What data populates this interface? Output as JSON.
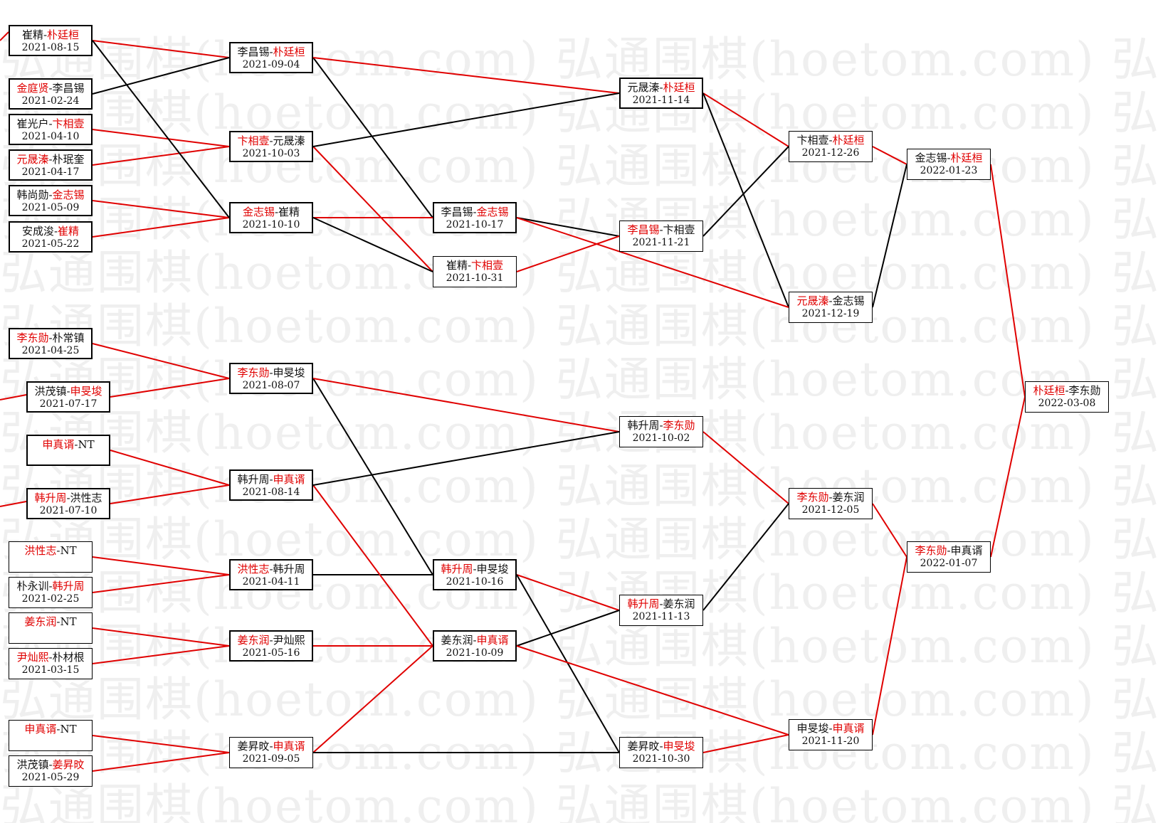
{
  "watermark_text": "弘通围棋(hoetom.com) 弘通围棋(hoetom.com) 弘通围棋(hoetom.com)",
  "colors": {
    "winner": "#e00000",
    "loser_line": "#000000",
    "winner_line": "#e00000"
  },
  "matches": [
    {
      "id": "r1-a",
      "p1": "崔精",
      "p2": "朴廷桓",
      "winner": 2,
      "date": "2021-08-15"
    },
    {
      "id": "r1-b",
      "p1": "金庭贤",
      "p2": "李昌锡",
      "winner": 1,
      "date": "2021-02-24"
    },
    {
      "id": "r1-c",
      "p1": "崔光户",
      "p2": "卞相壹",
      "winner": 2,
      "date": "2021-04-10"
    },
    {
      "id": "r1-d",
      "p1": "元晟溱",
      "p2": "朴珉奎",
      "winner": 1,
      "date": "2021-04-17"
    },
    {
      "id": "r1-e",
      "p1": "韩尚勋",
      "p2": "金志锡",
      "winner": 2,
      "date": "2021-05-09"
    },
    {
      "id": "r1-f",
      "p1": "安成浚",
      "p2": "崔精",
      "winner": 2,
      "date": "2021-05-22"
    },
    {
      "id": "r1-g",
      "p1": "李东勋",
      "p2": "朴常镇",
      "winner": 1,
      "date": "2021-04-25"
    },
    {
      "id": "r1-h",
      "p1": "洪茂镇",
      "p2": "申旻埈",
      "winner": 2,
      "date": "2021-07-17"
    },
    {
      "id": "r1-i",
      "p1": "申真谞",
      "p2": "NT",
      "winner": 1,
      "date": ""
    },
    {
      "id": "r1-j",
      "p1": "韩升周",
      "p2": "洪性志",
      "winner": 1,
      "date": "2021-07-10"
    },
    {
      "id": "r1-k",
      "p1": "洪性志",
      "p2": "NT",
      "winner": 1,
      "date": ""
    },
    {
      "id": "r1-l",
      "p1": "朴永训",
      "p2": "韩升周",
      "winner": 2,
      "date": "2021-02-25"
    },
    {
      "id": "r1-m",
      "p1": "姜东润",
      "p2": "NT",
      "winner": 1,
      "date": ""
    },
    {
      "id": "r1-n",
      "p1": "尹灿熙",
      "p2": "朴材根",
      "winner": 1,
      "date": "2021-03-15"
    },
    {
      "id": "r1-o",
      "p1": "申真谞",
      "p2": "NT",
      "winner": 1,
      "date": ""
    },
    {
      "id": "r1-p",
      "p1": "洪茂镇",
      "p2": "姜昇旼",
      "winner": 2,
      "date": "2021-05-29"
    },
    {
      "id": "r2-a",
      "p1": "李昌锡",
      "p2": "朴廷桓",
      "winner": 2,
      "date": "2021-09-04"
    },
    {
      "id": "r2-b",
      "p1": "卞相壹",
      "p2": "元晟溱",
      "winner": 1,
      "date": "2021-10-03"
    },
    {
      "id": "r2-c",
      "p1": "金志锡",
      "p2": "崔精",
      "winner": 1,
      "date": "2021-10-10"
    },
    {
      "id": "r2-d",
      "p1": "李东勋",
      "p2": "申旻埈",
      "winner": 1,
      "date": "2021-08-07"
    },
    {
      "id": "r2-e",
      "p1": "韩升周",
      "p2": "申真谞",
      "winner": 2,
      "date": "2021-08-14"
    },
    {
      "id": "r2-f",
      "p1": "洪性志",
      "p2": "韩升周",
      "winner": 1,
      "date": "2021-04-11"
    },
    {
      "id": "r2-g",
      "p1": "姜东润",
      "p2": "尹灿熙",
      "winner": 1,
      "date": "2021-05-16"
    },
    {
      "id": "r2-h",
      "p1": "姜昇旼",
      "p2": "申真谞",
      "winner": 2,
      "date": "2021-09-05"
    },
    {
      "id": "r3-a",
      "p1": "李昌锡",
      "p2": "金志锡",
      "winner": 2,
      "date": "2021-10-17"
    },
    {
      "id": "r3-b",
      "p1": "崔精",
      "p2": "卞相壹",
      "winner": 2,
      "date": "2021-10-31"
    },
    {
      "id": "r3-c",
      "p1": "韩升周",
      "p2": "申旻埈",
      "winner": 1,
      "date": "2021-10-16"
    },
    {
      "id": "r3-d",
      "p1": "姜东润",
      "p2": "申真谞",
      "winner": 2,
      "date": "2021-10-09"
    },
    {
      "id": "r4-a",
      "p1": "元晟溱",
      "p2": "朴廷桓",
      "winner": 2,
      "date": "2021-11-14"
    },
    {
      "id": "r4-b",
      "p1": "李昌锡",
      "p2": "卞相壹",
      "winner": 1,
      "date": "2021-11-21"
    },
    {
      "id": "r4-c",
      "p1": "韩升周",
      "p2": "李东勋",
      "winner": 2,
      "date": "2021-10-02"
    },
    {
      "id": "r4-d",
      "p1": "韩升周",
      "p2": "姜东润",
      "winner": 1,
      "date": "2021-11-13"
    },
    {
      "id": "r4-e",
      "p1": "姜昇旼",
      "p2": "申旻埈",
      "winner": 2,
      "date": "2021-10-30"
    },
    {
      "id": "r5-a",
      "p1": "卞相壹",
      "p2": "朴廷桓",
      "winner": 2,
      "date": "2021-12-26"
    },
    {
      "id": "r5-b",
      "p1": "元晟溱",
      "p2": "金志锡",
      "winner": 1,
      "date": "2021-12-19"
    },
    {
      "id": "r5-c",
      "p1": "李东勋",
      "p2": "姜东润",
      "winner": 1,
      "date": "2021-12-05"
    },
    {
      "id": "r5-d",
      "p1": "申旻埈",
      "p2": "申真谞",
      "winner": 2,
      "date": "2021-11-20"
    },
    {
      "id": "r6-a",
      "p1": "金志锡",
      "p2": "朴廷桓",
      "winner": 2,
      "date": "2022-01-23"
    },
    {
      "id": "r6-b",
      "p1": "李东勋",
      "p2": "申真谞",
      "winner": 1,
      "date": "2022-01-07"
    },
    {
      "id": "final",
      "p1": "朴廷桓",
      "p2": "李东勋",
      "winner": 1,
      "date": "2022-03-08"
    }
  ],
  "connections": [
    {
      "from": "r1-a",
      "to": "r2-a",
      "win": true
    },
    {
      "from": "r1-b",
      "to": "r2-a",
      "win": false
    },
    {
      "from": "r1-c",
      "to": "r2-b",
      "win": true
    },
    {
      "from": "r1-d",
      "to": "r2-b",
      "win": true
    },
    {
      "from": "r1-e",
      "to": "r2-c",
      "win": true
    },
    {
      "from": "r1-f",
      "to": "r2-c",
      "win": true
    },
    {
      "from": "r1-a",
      "to": "r2-c",
      "win": false
    },
    {
      "from": "r1-g",
      "to": "r2-d",
      "win": true
    },
    {
      "from": "r1-h",
      "to": "r2-d",
      "win": true
    },
    {
      "from": "r1-i",
      "to": "r2-e",
      "win": true
    },
    {
      "from": "r1-j",
      "to": "r2-e",
      "win": true
    },
    {
      "from": "r1-k",
      "to": "r2-f",
      "win": true
    },
    {
      "from": "r1-l",
      "to": "r2-f",
      "win": true
    },
    {
      "from": "r1-m",
      "to": "r2-g",
      "win": true
    },
    {
      "from": "r1-n",
      "to": "r2-g",
      "win": true
    },
    {
      "from": "r1-o",
      "to": "r2-h",
      "win": true
    },
    {
      "from": "r1-p",
      "to": "r2-h",
      "win": true
    },
    {
      "from": "r2-a",
      "to": "r3-a",
      "win": false
    },
    {
      "from": "r2-c",
      "to": "r3-a",
      "win": true
    },
    {
      "from": "r2-b",
      "to": "r3-b",
      "win": true
    },
    {
      "from": "r2-c",
      "to": "r3-b",
      "win": false
    },
    {
      "from": "r2-f",
      "to": "r3-c",
      "win": false
    },
    {
      "from": "r2-d",
      "to": "r3-c",
      "win": false
    },
    {
      "from": "r2-g",
      "to": "r3-d",
      "win": true
    },
    {
      "from": "r2-h",
      "to": "r3-d",
      "win": true
    },
    {
      "from": "r2-e",
      "to": "r3-d",
      "win": true
    },
    {
      "from": "r2-a",
      "to": "r4-a",
      "win": true
    },
    {
      "from": "r2-b",
      "to": "r4-a",
      "win": false
    },
    {
      "from": "r3-a",
      "to": "r4-b",
      "win": false
    },
    {
      "from": "r3-b",
      "to": "r4-b",
      "win": true
    },
    {
      "from": "r2-d",
      "to": "r4-c",
      "win": true
    },
    {
      "from": "r2-e",
      "to": "r4-c",
      "win": false
    },
    {
      "from": "r3-c",
      "to": "r4-d",
      "win": true
    },
    {
      "from": "r3-d",
      "to": "r4-d",
      "win": false
    },
    {
      "from": "r2-h",
      "to": "r4-e",
      "win": false
    },
    {
      "from": "r3-c",
      "to": "r4-e",
      "win": false
    },
    {
      "from": "r4-a",
      "to": "r5-a",
      "win": true
    },
    {
      "from": "r4-b",
      "to": "r5-a",
      "win": false
    },
    {
      "from": "r4-a",
      "to": "r5-b",
      "win": false
    },
    {
      "from": "r3-a",
      "to": "r5-b",
      "win": true
    },
    {
      "from": "r4-c",
      "to": "r5-c",
      "win": true
    },
    {
      "from": "r4-d",
      "to": "r5-c",
      "win": false
    },
    {
      "from": "r4-e",
      "to": "r5-d",
      "win": true
    },
    {
      "from": "r3-d",
      "to": "r5-d",
      "win": true
    },
    {
      "from": "r5-a",
      "to": "r6-a",
      "win": true
    },
    {
      "from": "r5-b",
      "to": "r6-a",
      "win": false
    },
    {
      "from": "r5-c",
      "to": "r6-b",
      "win": true
    },
    {
      "from": "r5-d",
      "to": "r6-b",
      "win": true
    },
    {
      "from": "r6-a",
      "to": "final",
      "win": true
    },
    {
      "from": "r6-b",
      "to": "final",
      "win": true
    }
  ]
}
